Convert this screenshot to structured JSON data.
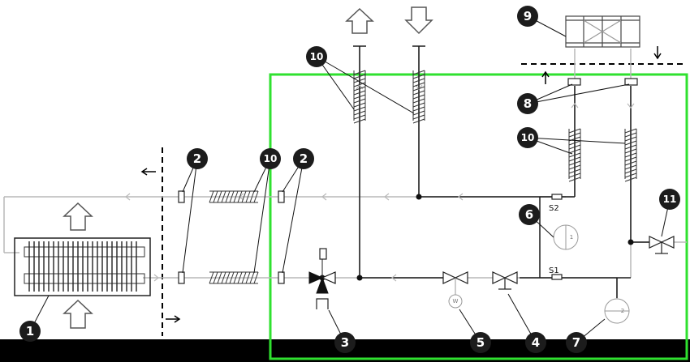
{
  "colors": {
    "boundary": "#2fe12f",
    "pipe": "#b9b9b9",
    "line": "#1b1b1b",
    "callout_fill": "#1c1c1c",
    "callout_text": "#ffffff",
    "floor": "#000000"
  },
  "callouts": {
    "c1": "1",
    "c2a": "2",
    "c2b": "2",
    "c3": "3",
    "c4": "4",
    "c5": "5",
    "c6": "6",
    "c7": "7",
    "c8": "8",
    "c9": "9",
    "c10a": "10",
    "c10b": "10",
    "c10c": "10",
    "c11": "11"
  },
  "sensors": {
    "s1": "S1",
    "s2": "S2"
  },
  "meter_label": "W",
  "gauge_marks": {
    "g6": "1",
    "g7": "2"
  },
  "icons": {
    "flow_arrow": "arrow-icon",
    "valve": "valve-icon",
    "pump": "pump-icon",
    "heat_exchanger": "heat-exchanger-icon"
  }
}
